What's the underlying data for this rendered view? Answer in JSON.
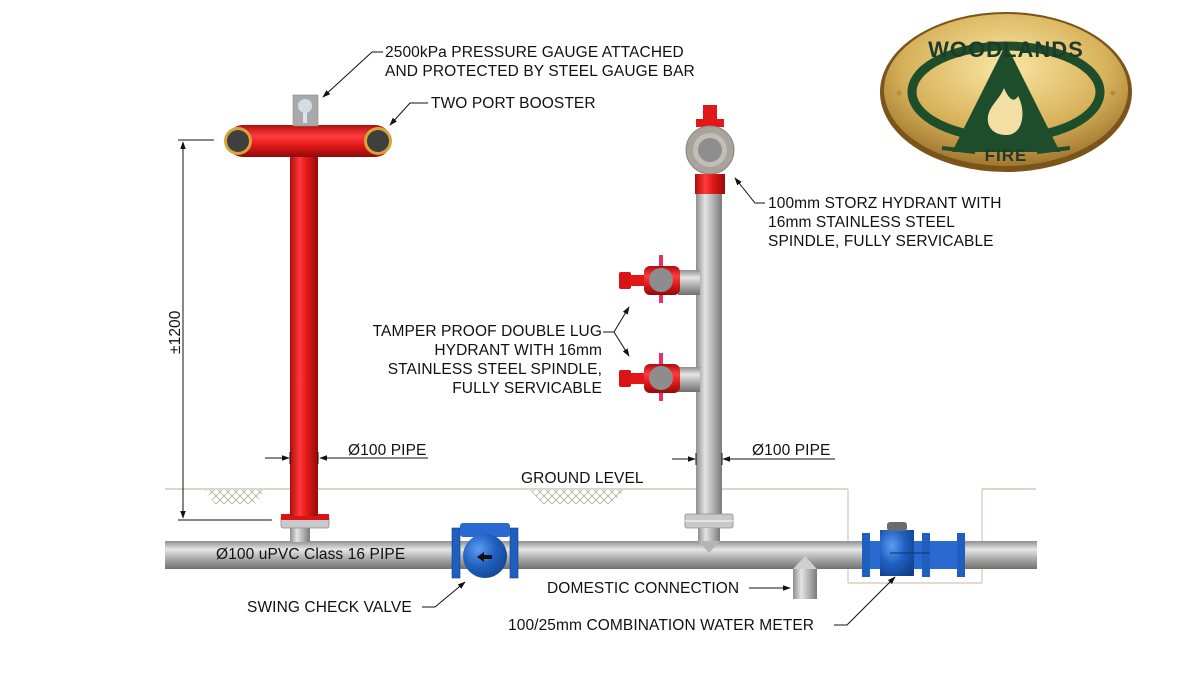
{
  "drawing": {
    "title": "Fire hydrant booster and water meter installation schematic",
    "colors": {
      "booster_red": "#e01818",
      "pipe_grey": "#b5b5b5",
      "valve_blue": "#1f5fc0",
      "ground_line": "#c9c2b0",
      "logo_gold": "#c9a24a",
      "logo_green": "#1d4d2a"
    }
  },
  "logo": {
    "top_text": "WOODLANDS",
    "bottom_text": "FIRE",
    "icon": "flame-in-triangle-icon"
  },
  "labels": {
    "gauge": [
      "2500kPa PRESSURE GAUGE ATTACHED",
      "AND PROTECTED BY STEEL GAUGE BAR"
    ],
    "booster": "TWO PORT BOOSTER",
    "storz": [
      "100mm STORZ HYDRANT WITH",
      "16mm STAINLESS STEEL",
      "SPINDLE, FULLY SERVICABLE"
    ],
    "double_lug": [
      "TAMPER PROOF DOUBLE LUG",
      "HYDRANT WITH 16mm",
      "STAINLESS STEEL SPINDLE,",
      "FULLY SERVICABLE"
    ],
    "pipe_left": "Ø100 PIPE",
    "pipe_right": "Ø100 PIPE",
    "ground_level": "GROUND LEVEL",
    "main_pipe": "Ø100 uPVC Class 16 PIPE",
    "check_valve": "SWING CHECK VALVE",
    "domestic": "DOMESTIC CONNECTION",
    "water_meter": "100/25mm COMBINATION WATER METER",
    "height_dim": "±1200"
  }
}
